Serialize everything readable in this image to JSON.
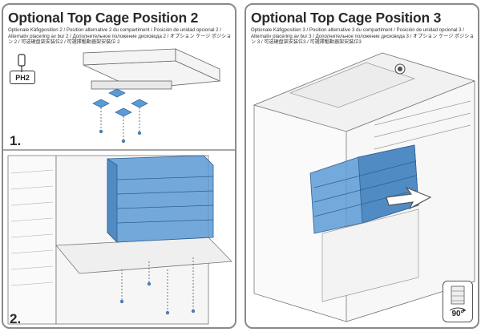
{
  "left_panel": {
    "title": "Optional Top Cage Position 2",
    "subtitle": "Optionale Käfigposition 2 / Position alternative 2 du compartiment / Posición de unidad opcional 2 / Alternativ placering av bur 2 / Дополнительное положение дисковода 2 / オプション ケージ ポジション 2 / 可选硬盘架安装位2 / 可選擇驅動器架安裝位 2",
    "tool_label": "PH2",
    "step1": "1.",
    "step2": "2."
  },
  "right_panel": {
    "title": "Optional Top Cage Position 3",
    "subtitle": "Optionale Käfigposition 3 / Position alternative 3 du compartiment / Posición de unidad opcional 3 / Alternativ placering av bur 3 / Дополнительное положение дисковода 3 / オプション ケージ ポジション 3 / 可选硬盘架安装位3 / 可選擇驅動器架安裝位3",
    "rotation_label": "90°"
  },
  "colors": {
    "highlight_blue": "#5b9bd5",
    "line": "#555555",
    "frame": "#8a8a8a"
  }
}
